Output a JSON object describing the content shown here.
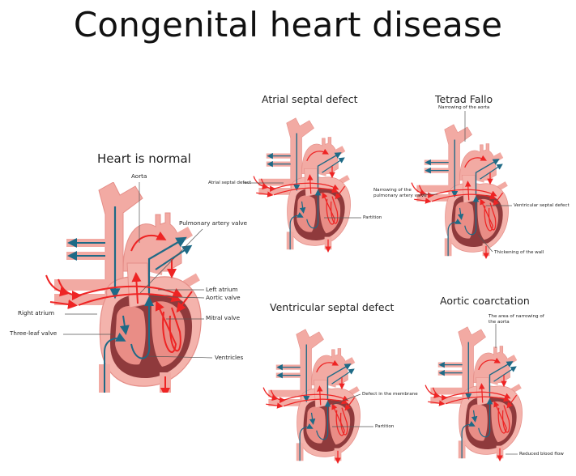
{
  "title": "Congenital heart disease",
  "colors": {
    "heart_outer": "#f4b3ac",
    "heart_inner": "#e98d86",
    "myocardium": "#8f3a3c",
    "vessel": "#f2aaa3",
    "oxygenated_flow": "#ee2424",
    "deoxygenated_flow": "#1e6a86",
    "mixed_flow": "#6b2d6b",
    "leader_line": "#555555"
  },
  "panels": {
    "normal": {
      "title": "Heart is normal",
      "labels": {
        "aorta": "Aorta",
        "pulmonary_artery_valve": "Pulmonary artery valve",
        "left_atrium": "Left atrium",
        "aortic_valve": "Aortic valve",
        "right_atrium": "Right atrium",
        "mitral_valve": "Mitral valve",
        "three_leaf_valve": "Three-leaf valve",
        "ventricles": "Ventricles"
      }
    },
    "atrial_septal_defect": {
      "title": "Atrial septal defect",
      "labels": {
        "defect": "Atrial septal defect",
        "partition": "Partition"
      }
    },
    "tetrad_fallo": {
      "title": "Tetrad Fallo",
      "labels": {
        "narrowing_aorta": "Narrowing of the aorta",
        "narrowing_pulmonary_1": "Narrowing of the",
        "narrowing_pulmonary_2": "pulmonary artery valve",
        "ventricular_septal_defect": "Ventricular septal defect",
        "thickening_wall": "Thickening of the wall"
      }
    },
    "ventricular_septal_defect": {
      "title": "Ventricular septal defect",
      "labels": {
        "defect_membrane": "Defect in the membrane",
        "partition": "Partition"
      }
    },
    "aortic_coarctation": {
      "title": "Aortic coarctation",
      "labels": {
        "narrowing_area_1": "The area of narrowing of",
        "narrowing_area_2": "the aorta",
        "reduced_flow": "Reduced blood flow"
      }
    }
  }
}
